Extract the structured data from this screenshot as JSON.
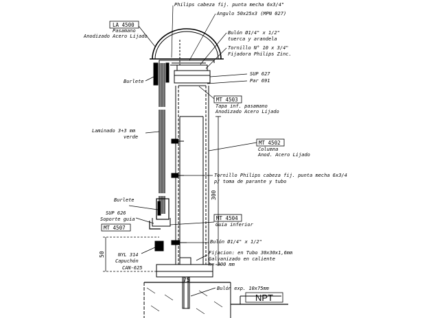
{
  "labels": {
    "top_screw": "Philips cabeza fij. punta mecha 6x3/4\"",
    "angle": "Angulo 50x25x3 (MPN 027)",
    "bolt1_a": "Bulón Ø1/4\" x 1/2\"",
    "bolt1_b": "tuerca y arandela",
    "screw2_a": "Tornillo N° 10 x 3/4\"",
    "screw2_b": "Fijadora Philips Zinc.",
    "sup627": "SUP 627",
    "par691": "Par 691",
    "la4500_code": "LA 4500",
    "la4500_a": "Pasamano",
    "la4500_b": "Anodizado Acero Lijado",
    "burlete_top": "Burlete",
    "laminado_a": "Laminado 3+3 mm",
    "laminado_b": "verde",
    "mt4503_code": "MT 4503",
    "mt4503_a": "Tapa inf. pasamano",
    "mt4503_b": "Anodizado Acero Lijado",
    "mt4502_code": "MT 4502",
    "mt4502_a": "Columna",
    "mt4502_b": "Anod. Acero Lijado",
    "screw3_a": "Tornillo Philips cabeza fij. punta mecha 6x3/4",
    "screw3_b": "p/ toma de parante y tubo",
    "burlete_bot": "Burlete",
    "sup626_a": "SUP 626",
    "sup626_b": "Soporte guia",
    "mt4507_code": "MT 4507",
    "mt4504_code": "MT 4504",
    "mt4504_a": "Guia inferior",
    "bolt2": "Bulón Ø1/4\" x 1/2\"",
    "nyl314_a": "NYL 314",
    "nyl314_b": "Capuchón",
    "nyl314_c": "CAN-625",
    "fix_a": "Fijacion: en Tubo 30x30x1,6mm",
    "fix_b": "Galvanizado en caliente",
    "fix_c": "h= 300 mm",
    "bulon_exp": "Bulón exp. 10x75mm",
    "npt": "NPT",
    "dim_300": "300",
    "dim_50": "50",
    "dim_75": "75"
  }
}
